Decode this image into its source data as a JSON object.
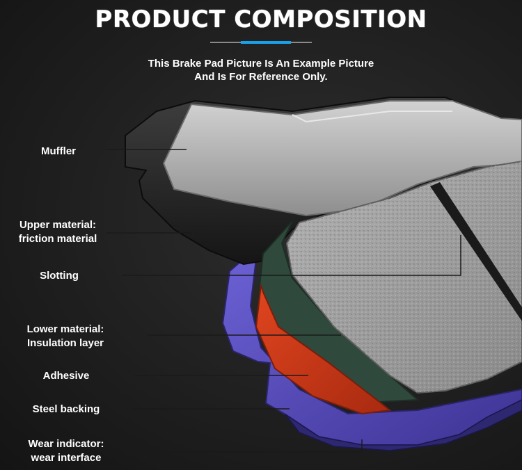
{
  "header": {
    "title": "PRODUCT COMPOSITION",
    "subtitle_line1": "This Brake Pad Picture Is An Example Picture",
    "subtitle_line2": "And Is For Reference Only."
  },
  "labels": {
    "muffler": "Muffler",
    "upper_material_line1": "Upper material:",
    "upper_material_line2": "friction material",
    "slotting": "Slotting",
    "lower_material_line1": "Lower material:",
    "lower_material_line2": "Insulation layer",
    "adhesive": "Adhesive",
    "steel_backing": "Steel backing",
    "wear_indicator_line1": "Wear indicator:",
    "wear_indicator_line2": "wear interface"
  },
  "colors": {
    "accent_rule": "#1aa0e8",
    "friction": "#9a9a9a",
    "insulation": "#2f4a3c",
    "adhesive": "#c8391a",
    "steel_backing": "#5a4fb8"
  }
}
